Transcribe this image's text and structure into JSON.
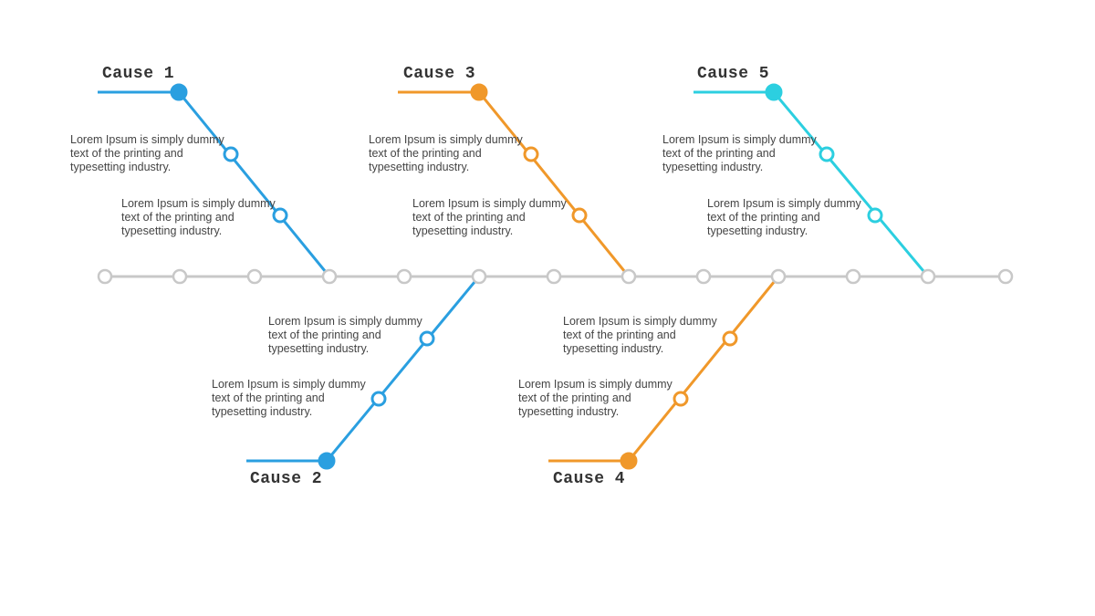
{
  "colors": {
    "spine": "#c8c8c8",
    "blue": "#2a9fe0",
    "orange": "#f0982a",
    "cyan": "#2ccfe0"
  },
  "causes": [
    {
      "title": "Cause 1",
      "color": "#2a9fe0",
      "items": [
        "Lorem Ipsum is simply dummy text of the printing and typesetting industry.",
        "Lorem Ipsum is simply dummy text of the printing and typesetting industry."
      ]
    },
    {
      "title": "Cause 2",
      "color": "#2a9fe0",
      "items": [
        "Lorem Ipsum is simply dummy text of the printing and typesetting industry.",
        "Lorem Ipsum is simply dummy text of the printing and typesetting industry."
      ]
    },
    {
      "title": "Cause 3",
      "color": "#f0982a",
      "items": [
        "Lorem Ipsum is simply dummy text of the printing and typesetting industry.",
        "Lorem Ipsum is simply dummy text of the printing and typesetting industry."
      ]
    },
    {
      "title": "Cause 4",
      "color": "#f0982a",
      "items": [
        "Lorem Ipsum is simply dummy text of the printing and typesetting industry.",
        "Lorem Ipsum is simply dummy text of the printing and typesetting industry."
      ]
    },
    {
      "title": "Cause 5",
      "color": "#2ccfe0",
      "items": [
        "Lorem Ipsum is simply dummy text of the printing and typesetting industry.",
        "Lorem Ipsum is simply dummy text of the printing and typesetting industry."
      ]
    }
  ]
}
